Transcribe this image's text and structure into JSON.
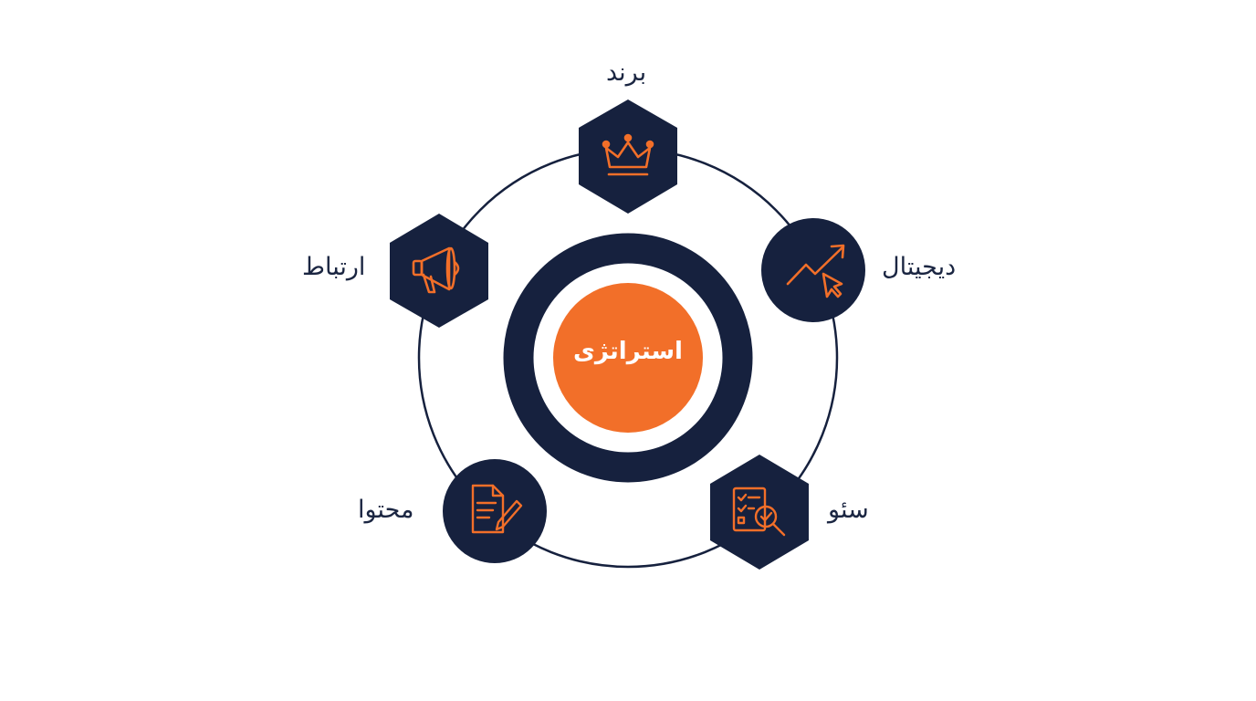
{
  "colors": {
    "navy": "#16213e",
    "orange": "#f26f29",
    "background": "#ffffff",
    "label_text": "#1b2642"
  },
  "center": {
    "label": "استراتژی"
  },
  "nodes": [
    {
      "id": "brand",
      "label": "برند",
      "shape": "hexagon",
      "icon": "crown-icon"
    },
    {
      "id": "digital",
      "label": "دیجیتال",
      "shape": "circle",
      "icon": "trend-cursor-icon"
    },
    {
      "id": "seo",
      "label": "سئو",
      "shape": "hexagon",
      "icon": "checklist-magnifier-icon"
    },
    {
      "id": "content",
      "label": "محتوا",
      "shape": "circle",
      "icon": "document-pencil-icon"
    },
    {
      "id": "communication",
      "label": "ارتباط",
      "shape": "hexagon",
      "icon": "megaphone-icon"
    }
  ]
}
